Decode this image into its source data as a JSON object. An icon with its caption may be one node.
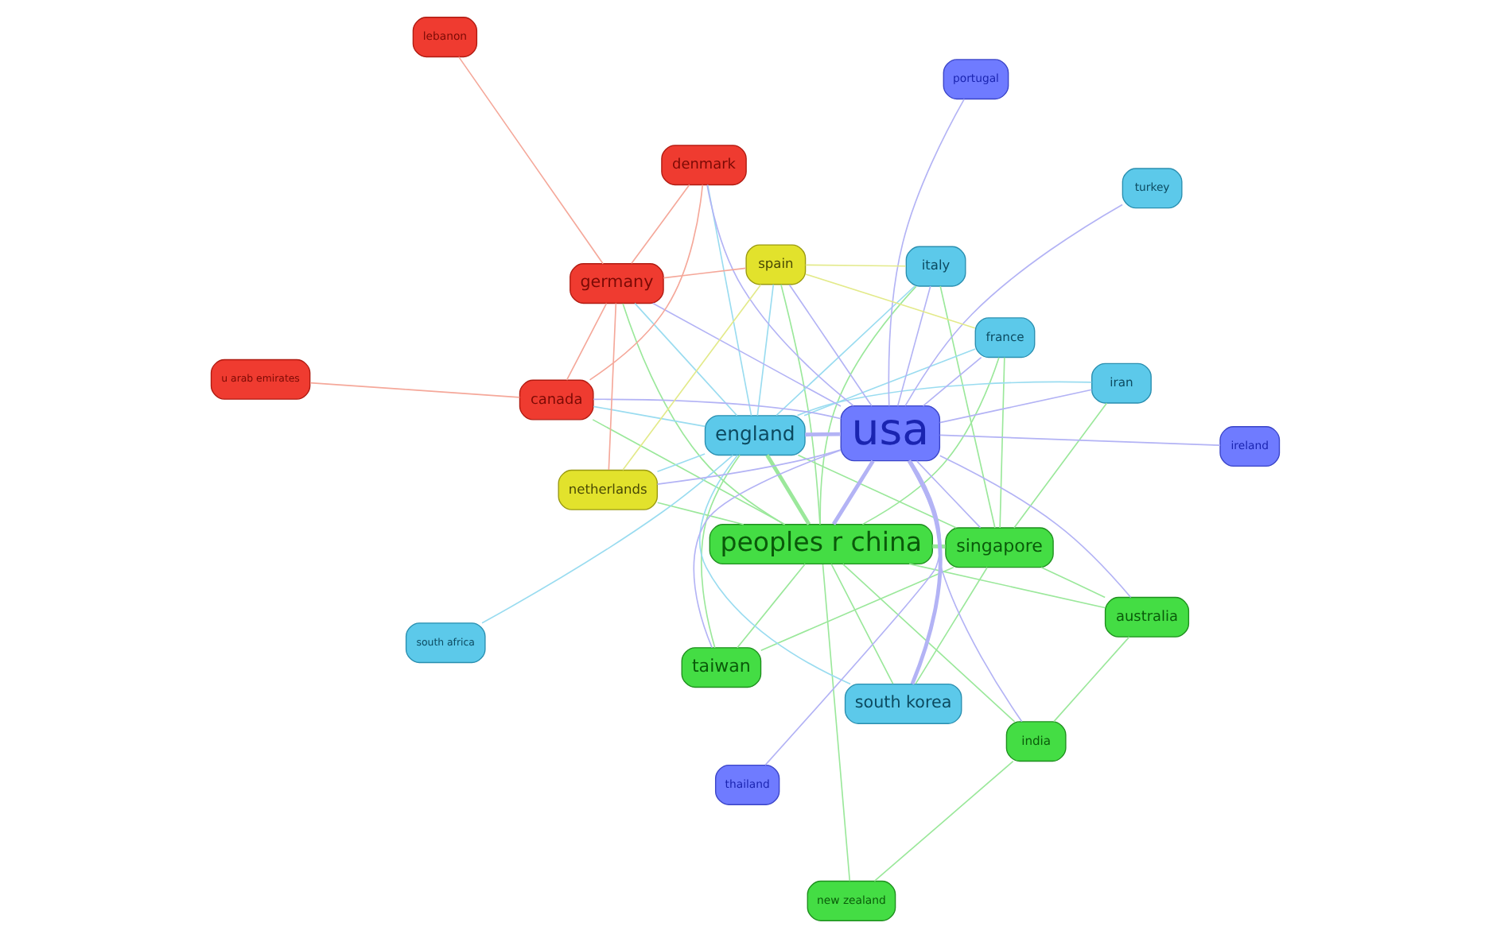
{
  "diagram": {
    "nodes": [
      {
        "text": [
          "taiwan"
        ]
      },
      {
        "text": [
          "singapore"
        ]
      },
      {
        "text": [
          "india"
        ]
      },
      {
        "text": [
          "australia"
        ]
      },
      {
        "text": [
          "new zealand"
        ]
      },
      {
        "text": [
          "peoples r china"
        ]
      },
      {
        "text": [
          "south korea"
        ]
      },
      {
        "text": [
          "turkey"
        ]
      },
      {
        "text": [
          "england"
        ]
      },
      {
        "text": [
          "south africa"
        ]
      },
      {
        "text": [
          "thailand"
        ]
      },
      {
        "text": [
          "usa"
        ]
      },
      {
        "text": [
          "france"
        ]
      },
      {
        "text": [
          "iran"
        ]
      },
      {
        "text": [
          "italy"
        ]
      },
      {
        "text": [
          "canada"
        ]
      },
      {
        "text": [
          "ireland"
        ]
      },
      {
        "text": [
          "spain"
        ]
      },
      {
        "text": [
          "netherlands"
        ]
      },
      {
        "text": [
          "u arab emirates"
        ]
      },
      {
        "text": [
          "denmark"
        ]
      },
      {
        "text": [
          "germany"
        ]
      },
      {
        "text": [
          "lebanon"
        ]
      },
      {
        "text": [
          "portugal"
        ]
      }
    ],
    "edges": [
      {
        "from": 11,
        "to": 10,
        "arrow": "none",
        "color": "#b3b3f5"
      },
      {
        "from": 11,
        "to": 16,
        "arrow": "none",
        "color": "#b3b3f5"
      },
      {
        "from": 11,
        "to": 23,
        "arrow": "none",
        "color": "#b3b3f5"
      },
      {
        "from": 11,
        "to": 15,
        "arrow": "none",
        "color": "#b3b3f5"
      },
      {
        "from": 11,
        "to": 5,
        "arrow": "none",
        "color": "#b3b3f5",
        "style": "thick"
      },
      {
        "from": 11,
        "to": 6,
        "arrow": "none",
        "color": "#b3b3f5",
        "style": "thick"
      },
      {
        "from": 11,
        "to": 8,
        "arrow": "none",
        "color": "#b3b3f5",
        "style": "thick"
      },
      {
        "from": 11,
        "to": 12,
        "arrow": "none",
        "color": "#b3b3f5"
      },
      {
        "from": 11,
        "to": 13,
        "arrow": "none",
        "color": "#b3b3f5"
      },
      {
        "from": 11,
        "to": 14,
        "arrow": "none",
        "color": "#b3b3f5"
      },
      {
        "from": 11,
        "to": 0,
        "arrow": "none",
        "color": "#b3b3f5"
      },
      {
        "from": 11,
        "to": 1,
        "arrow": "none",
        "color": "#b3b3f5"
      },
      {
        "from": 11,
        "to": 3,
        "arrow": "none",
        "color": "#b3b3f5"
      },
      {
        "from": 11,
        "to": 2,
        "arrow": "none",
        "color": "#b3b3f5"
      },
      {
        "from": 11,
        "to": 21,
        "arrow": "none",
        "color": "#b3b3f5"
      },
      {
        "from": 11,
        "to": 20,
        "arrow": "none",
        "color": "#b3b3f5"
      },
      {
        "from": 11,
        "to": 17,
        "arrow": "none",
        "color": "#b3b3f5"
      },
      {
        "from": 11,
        "to": 18,
        "arrow": "none",
        "color": "#b3b3f5"
      },
      {
        "from": 11,
        "to": 7,
        "arrow": "none",
        "color": "#b3b3f5"
      },
      {
        "from": 5,
        "to": 0,
        "arrow": "none",
        "color": "#9be89b"
      },
      {
        "from": 5,
        "to": 1,
        "arrow": "none",
        "color": "#9be89b",
        "style": "thick"
      },
      {
        "from": 5,
        "to": 3,
        "arrow": "none",
        "color": "#9be89b"
      },
      {
        "from": 5,
        "to": 2,
        "arrow": "none",
        "color": "#9be89b"
      },
      {
        "from": 5,
        "to": 4,
        "arrow": "none",
        "color": "#9be89b"
      },
      {
        "from": 5,
        "to": 8,
        "arrow": "none",
        "color": "#9be89b",
        "style": "thick"
      },
      {
        "from": 5,
        "to": 6,
        "arrow": "none",
        "color": "#9be89b"
      },
      {
        "from": 5,
        "to": 17,
        "arrow": "none",
        "color": "#9be89b"
      },
      {
        "from": 5,
        "to": 18,
        "arrow": "none",
        "color": "#9be89b"
      },
      {
        "from": 5,
        "to": 21,
        "arrow": "none",
        "color": "#9be89b"
      },
      {
        "from": 5,
        "to": 14,
        "arrow": "none",
        "color": "#9be89b"
      },
      {
        "from": 5,
        "to": 12,
        "arrow": "none",
        "color": "#9be89b"
      },
      {
        "from": 5,
        "to": 15,
        "arrow": "none",
        "color": "#9be89b"
      },
      {
        "from": 1,
        "to": 0,
        "arrow": "none",
        "color": "#9be89b"
      },
      {
        "from": 1,
        "to": 3,
        "arrow": "none",
        "color": "#9be89b"
      },
      {
        "from": 1,
        "to": 8,
        "arrow": "none",
        "color": "#9be89b"
      },
      {
        "from": 1,
        "to": 13,
        "arrow": "none",
        "color": "#9be89b"
      },
      {
        "from": 1,
        "to": 14,
        "arrow": "none",
        "color": "#9be89b"
      },
      {
        "from": 1,
        "to": 12,
        "arrow": "none",
        "color": "#9be89b"
      },
      {
        "from": 1,
        "to": 6,
        "arrow": "none",
        "color": "#9be89b"
      },
      {
        "from": 0,
        "to": 8,
        "arrow": "none",
        "color": "#9be89b"
      },
      {
        "from": 2,
        "to": 3,
        "arrow": "none",
        "color": "#9be89b"
      },
      {
        "from": 2,
        "to": 4,
        "arrow": "none",
        "color": "#9be89b"
      },
      {
        "from": 8,
        "to": 9,
        "arrow": "none",
        "color": "#9adcf0"
      },
      {
        "from": 8,
        "to": 12,
        "arrow": "none",
        "color": "#9adcf0"
      },
      {
        "from": 8,
        "to": 13,
        "arrow": "none",
        "color": "#9adcf0"
      },
      {
        "from": 8,
        "to": 14,
        "arrow": "none",
        "color": "#9adcf0"
      },
      {
        "from": 8,
        "to": 17,
        "arrow": "none",
        "color": "#9adcf0"
      },
      {
        "from": 8,
        "to": 18,
        "arrow": "none",
        "color": "#9adcf0"
      },
      {
        "from": 8,
        "to": 21,
        "arrow": "none",
        "color": "#9adcf0"
      },
      {
        "from": 8,
        "to": 6,
        "arrow": "none",
        "color": "#9adcf0"
      },
      {
        "from": 8,
        "to": 15,
        "arrow": "none",
        "color": "#9adcf0"
      },
      {
        "from": 8,
        "to": 20,
        "arrow": "none",
        "color": "#9adcf0"
      },
      {
        "from": 15,
        "to": 19,
        "arrow": "none",
        "color": "#f5a89a"
      },
      {
        "from": 15,
        "to": 20,
        "arrow": "none",
        "color": "#f5a89a"
      },
      {
        "from": 15,
        "to": 21,
        "arrow": "none",
        "color": "#f5a89a"
      },
      {
        "from": 21,
        "to": 22,
        "arrow": "none",
        "color": "#f5a89a"
      },
      {
        "from": 21,
        "to": 18,
        "arrow": "none",
        "color": "#f5a89a"
      },
      {
        "from": 21,
        "to": 17,
        "arrow": "none",
        "color": "#f5a89a"
      },
      {
        "from": 21,
        "to": 20,
        "arrow": "none",
        "color": "#f5a89a"
      },
      {
        "from": 17,
        "to": 18,
        "arrow": "none",
        "color": "#e3ea8a"
      },
      {
        "from": 17,
        "to": 14,
        "arrow": "none",
        "color": "#e3ea8a"
      },
      {
        "from": 17,
        "to": 12,
        "arrow": "none",
        "color": "#e3ea8a"
      }
    ]
  }
}
